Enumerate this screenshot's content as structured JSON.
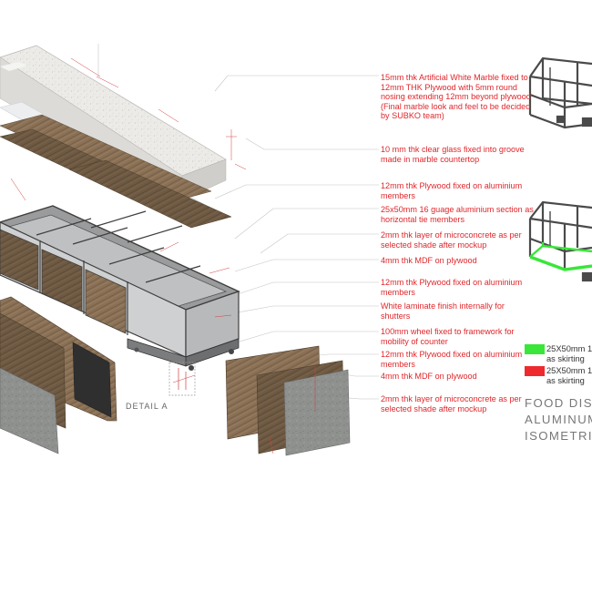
{
  "annotations": [
    {
      "id": "marble",
      "text": "15mm thk Artificial White Marble fixed to 12mm THK Plywood with 5mm round nosing extending 12mm beyond plywood (Final marble look and feel to be decided by SUBKO team)"
    },
    {
      "id": "glass",
      "text": "10 mm thk clear glass fixed into groove made in marble countertop"
    },
    {
      "id": "plywood-top",
      "text": "12mm thk Plywood fixed on aluminium members"
    },
    {
      "id": "alu-section",
      "text": "25x50mm 16 guage aluminium section as horizontal tie members"
    },
    {
      "id": "microconcrete-1",
      "text": "2mm thk layer of microconcrete as per selected shade after mockup"
    },
    {
      "id": "mdf-1",
      "text": "4mm thk MDF on plywood"
    },
    {
      "id": "plywood-mid",
      "text": "12mm thk Plywood fixed on aluminium members"
    },
    {
      "id": "laminate",
      "text": "White laminate finish internally for shutters"
    },
    {
      "id": "wheel",
      "text": "100mm wheel fixed to framework for mobility of counter"
    },
    {
      "id": "plywood-low",
      "text": "12mm thk Plywood fixed on aluminium members"
    },
    {
      "id": "mdf-2",
      "text": "4mm thk MDF on plywood"
    },
    {
      "id": "microconcrete-2",
      "text": "2mm thk layer of microconcrete as per selected shade after mockup"
    }
  ],
  "legend": [
    {
      "label": "25X50mm 1",
      "sublabel": "as skirting",
      "color": "#39e639"
    },
    {
      "label": "25X50mm 1",
      "sublabel": "as skirting",
      "color": "#ee2a2e"
    }
  ],
  "title": [
    "FOOD DISPLA",
    "ALUMINUM F",
    "ISOMETRIC V"
  ],
  "detail_label": "DETAIL A",
  "colors": {
    "annotation": "#e0262b",
    "leader": "#bdbdbd",
    "frame": "#4a4a4a"
  }
}
